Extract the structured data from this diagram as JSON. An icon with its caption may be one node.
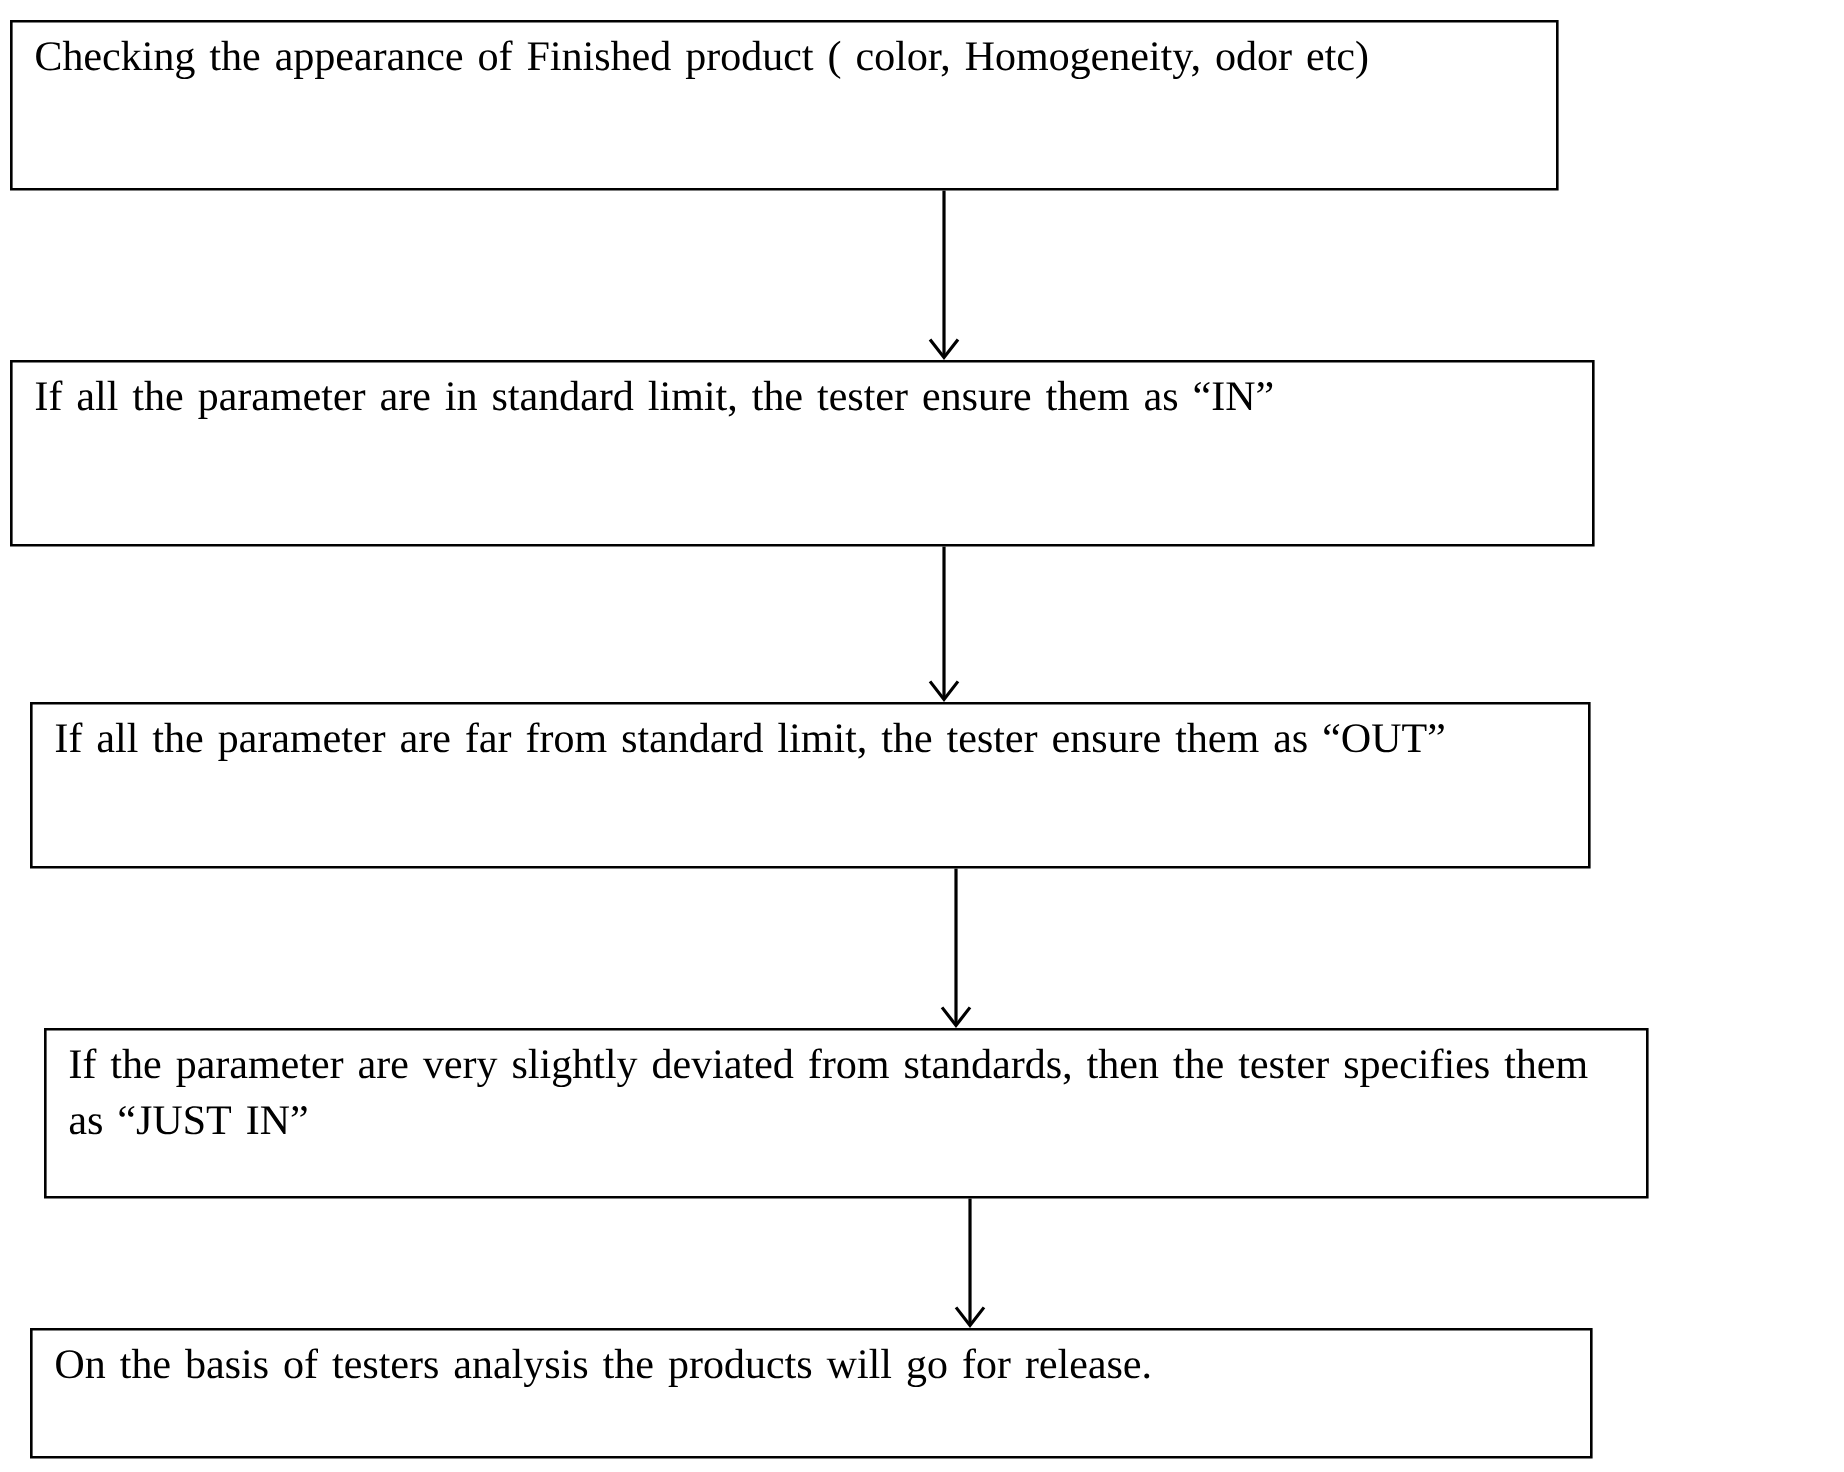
{
  "diagram": {
    "nodes": [
      {
        "text": [
          "Checking the appearance of Finished product ( color, Homogeneity, odor etc)"
        ]
      },
      {
        "text": [
          "If all the parameter are in standard limit, the tester ensure them as “IN”"
        ]
      },
      {
        "text": [
          "If all the parameter are far from standard limit, the tester ensure them as “OUT”"
        ]
      },
      {
        "text": [
          "If the parameter are very slightly deviated from standards, then the tester specifies them as “JUST IN”"
        ]
      },
      {
        "text": [
          "On the basis of testers analysis the products will go for release."
        ]
      }
    ],
    "edges": [
      {
        "from": 0,
        "to": 1,
        "arrow": "to"
      },
      {
        "from": 1,
        "to": 2,
        "arrow": "to"
      },
      {
        "from": 2,
        "to": 3,
        "arrow": "to"
      },
      {
        "from": 3,
        "to": 4,
        "arrow": "to"
      }
    ]
  }
}
